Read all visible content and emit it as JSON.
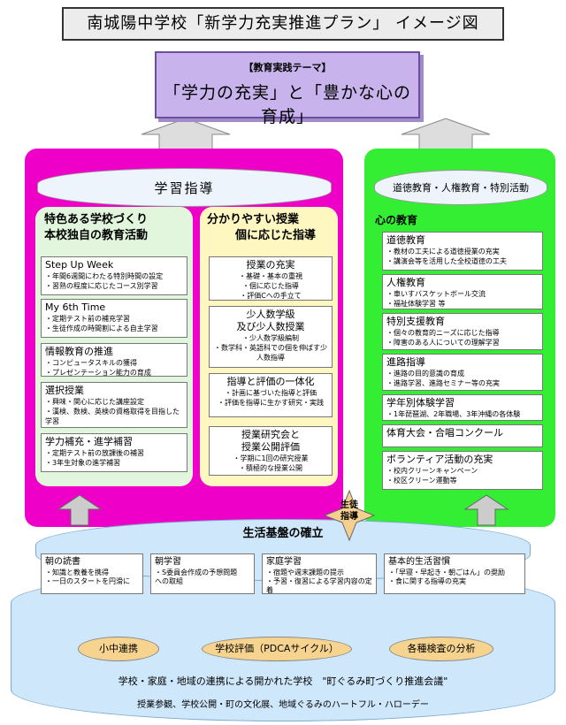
{
  "title": "南城陽中学校「新学力充実推進プラン」 イメージ図",
  "theme": {
    "heading": "【教育実践テーマ】",
    "main": "「学力の充実」と「豊かな心の育成」"
  },
  "gakushu": "学習指導",
  "dotoku": "道徳教育・人権教育・特別活動",
  "left_panel": {
    "h1": "特色ある学校づくり",
    "h2": "本校独自の教育活動",
    "items": [
      {
        "t": "Step Up Week",
        "b": [
          "・年間6週間にわたる特別時間の設定",
          "・習熟の程度に応じたコース別学習"
        ]
      },
      {
        "t": "My 6th Time",
        "b": [
          "・定期テスト前の補充学習",
          "・生徒作成の時間割による自主学習"
        ]
      },
      {
        "t": "情報教育の推進",
        "b": [
          "・コンピュータスキルの獲得",
          "・プレゼンテーション能力の育成"
        ]
      },
      {
        "t": "選択授業",
        "b": [
          "・興味・関心に応じた講座設定",
          "・漢検、数検、英検の資格取得を目指した学習"
        ]
      },
      {
        "t": "学力補充・進学補習",
        "b": [
          "・定期テスト前の放課後の補習",
          "・3年生対象の進学補習"
        ]
      }
    ]
  },
  "mid_panel": {
    "h1": "分かりやすい授業",
    "h2": "個に応じた指導",
    "items": [
      {
        "t": "授業の充実",
        "b": [
          "・基礎・基本の重視",
          "・個に応じた指導",
          "・評価Cへの手立て"
        ]
      },
      {
        "t": "少人数学級\n及び少人数授業",
        "b": [
          "・少人数学級編制",
          "・数学科・英語科での個を伸ばす少人数指導"
        ]
      },
      {
        "t": "指導と評価の一体化",
        "b": [
          "・計画に基づいた指導と評価",
          "・評価を指導に生かす研究・実践"
        ]
      },
      {
        "t": "授業研究会と\n授業公開評価",
        "b": [
          "・学期に1回の研究授業",
          "・積極的な授業公開"
        ]
      }
    ]
  },
  "right_panel": {
    "heading": "心の教育",
    "items": [
      {
        "t": "道徳教育",
        "b": [
          "・教材の工夫による道徳授業の充実",
          "・講演会等を活用した全校道徳の工夫"
        ]
      },
      {
        "t": "人権教育",
        "b": [
          "・車いすバスケットボール交流",
          "・福祉体験学習 等"
        ]
      },
      {
        "t": "特別支援教育",
        "b": [
          "・個々の教育的ニーズに応じた指導",
          "・障害のある人についての理解学習"
        ]
      },
      {
        "t": "進路指導",
        "b": [
          "・進路の目的意識の育成",
          "・進路学習、進路セミナー等の充実"
        ]
      },
      {
        "t": "学年別体験学習",
        "b": [
          "・1年琵琶湖、2年職場、3年沖縄の各体験"
        ]
      },
      {
        "t": "体育大会・合唱コンクール",
        "b": []
      },
      {
        "t": "ボランティア活動の充実",
        "b": [
          "・校内クリーンキャンペーン",
          "・校区クリーン運動等"
        ]
      }
    ]
  },
  "seito": "生徒\n指導",
  "seikatsu": "生活基盤の確立",
  "bottom_items": [
    {
      "t": "朝の読書",
      "b": [
        "・知識と教養を携得",
        "・一日のスタートを円滑に"
      ]
    },
    {
      "t": "朝学習",
      "b": [
        "・S委員会作成の予想問題",
        "への取組"
      ]
    },
    {
      "t": "家庭学習",
      "b": [
        "・宿題や週末課題の提示",
        "・予習・復習による学習内容の定着"
      ]
    },
    {
      "t": "基本的生活習慣",
      "b": [
        "・「早寝・早起き・朝ごはん」の奨励",
        "・食に関する指導の充実"
      ]
    }
  ],
  "ovals": [
    "小中連携",
    "学校評価（PDCAサイクル）",
    "各種検査の分析"
  ],
  "footer1": "学校・家庭・地域の連携による開かれた学校　\"町ぐるみ町づくり推進会議\"",
  "footer2": "授業参観、学校公開・町の文化展、地域ぐるみのハートフル・ハローデー"
}
